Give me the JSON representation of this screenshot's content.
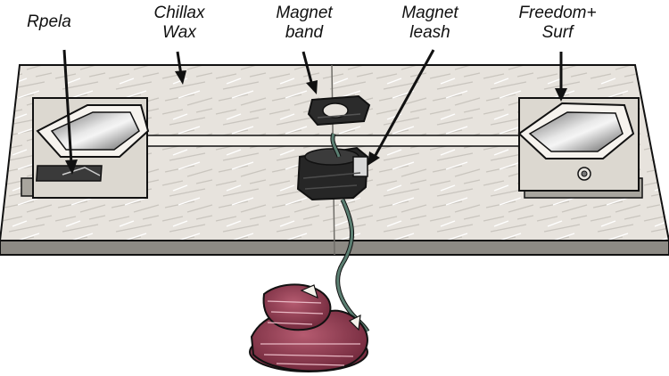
{
  "labels": {
    "rpela": "Rpela",
    "chillax_wax": "Chillax\nWax",
    "magnet_band": "Magnet\nband",
    "magnet_leash": "Magnet\nleash",
    "freedom_surf": "Freedom+\nSurf"
  },
  "colors": {
    "board_top": "#e6e2dc",
    "board_edge": "#7a7872",
    "pad": "#dedad3",
    "window_metal": "#a9a9a9",
    "band": "#2a2a2a",
    "leash": "#5b7f72",
    "kelp": "#8a3448",
    "outline": "#111111"
  }
}
